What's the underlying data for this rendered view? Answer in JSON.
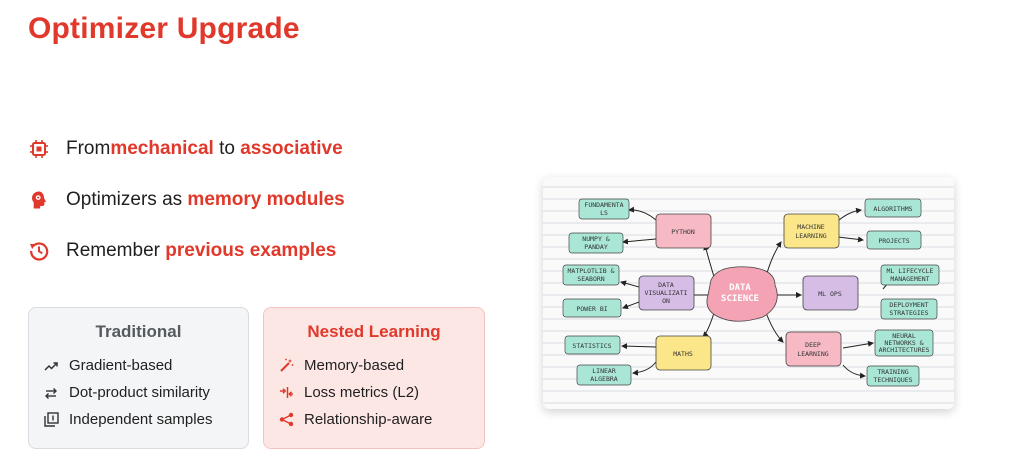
{
  "title": "Optimizer Upgrade",
  "bullets": [
    {
      "icon": "chip-icon",
      "pre": "From ",
      "hl1": "mechanical",
      "mid": " to ",
      "hl2": "associative",
      "post": ""
    },
    {
      "icon": "brain-head-icon",
      "pre": "Optimizers as ",
      "hl1": "memory modules",
      "mid": "",
      "hl2": "",
      "post": ""
    },
    {
      "icon": "history-icon",
      "pre": "Remember ",
      "hl1": "previous examples",
      "mid": "",
      "hl2": "",
      "post": ""
    }
  ],
  "traditional": {
    "title": "Traditional",
    "items": [
      {
        "icon": "trending-up-icon",
        "label": "Gradient-based"
      },
      {
        "icon": "swap-arrows-icon",
        "label": "Dot-product similarity"
      },
      {
        "icon": "filter-one-icon",
        "label": "Independent samples"
      }
    ]
  },
  "nested": {
    "title": "Nested Learning",
    "items": [
      {
        "icon": "magic-wand-icon",
        "label": "Memory-based"
      },
      {
        "icon": "compress-arrows-icon",
        "label": "Loss metrics (L2)"
      },
      {
        "icon": "share-icon",
        "label": "Relationship-aware"
      }
    ]
  },
  "mindmap": {
    "center": [
      "DATA",
      "SCIENCE"
    ],
    "python": "PYTHON",
    "fundamentals": [
      "FUNDAMENTA",
      "LS"
    ],
    "numpy": [
      "NUMPY &",
      "PANDAY"
    ],
    "ml": [
      "MACHINE",
      "LEARNING"
    ],
    "algorithms": "ALGORITHMS",
    "projects": "PROJECTS",
    "dataviz": [
      "DATA",
      "VISUALIZATI",
      "ON"
    ],
    "matplotlib": [
      "MATPLOTLIB &",
      "SEABORN"
    ],
    "powerbi": "POWER BI",
    "mlops": "ML OPS",
    "lifecycle": [
      "ML LIFECYCLE",
      "MANAGEMENT"
    ],
    "deployment": [
      "DEPLOYMENT",
      "STRATEGIES"
    ],
    "maths": "MATHS",
    "statistics": "STATISTICS",
    "linear": [
      "LINEAR",
      "ALGEBRA"
    ],
    "deep": [
      "DEEP",
      "LEARNING"
    ],
    "neural": [
      "NEURAL",
      "NETWORKS &",
      "ARCHITECTURES"
    ],
    "training": [
      "TRAINING",
      "TECHNIQUES"
    ],
    "colors": {
      "pink": "#f7b9c4",
      "yellow": "#fbe68a",
      "purple": "#d6bde6",
      "mint": "#a9e6d6",
      "center": "#f3a3b4"
    }
  }
}
